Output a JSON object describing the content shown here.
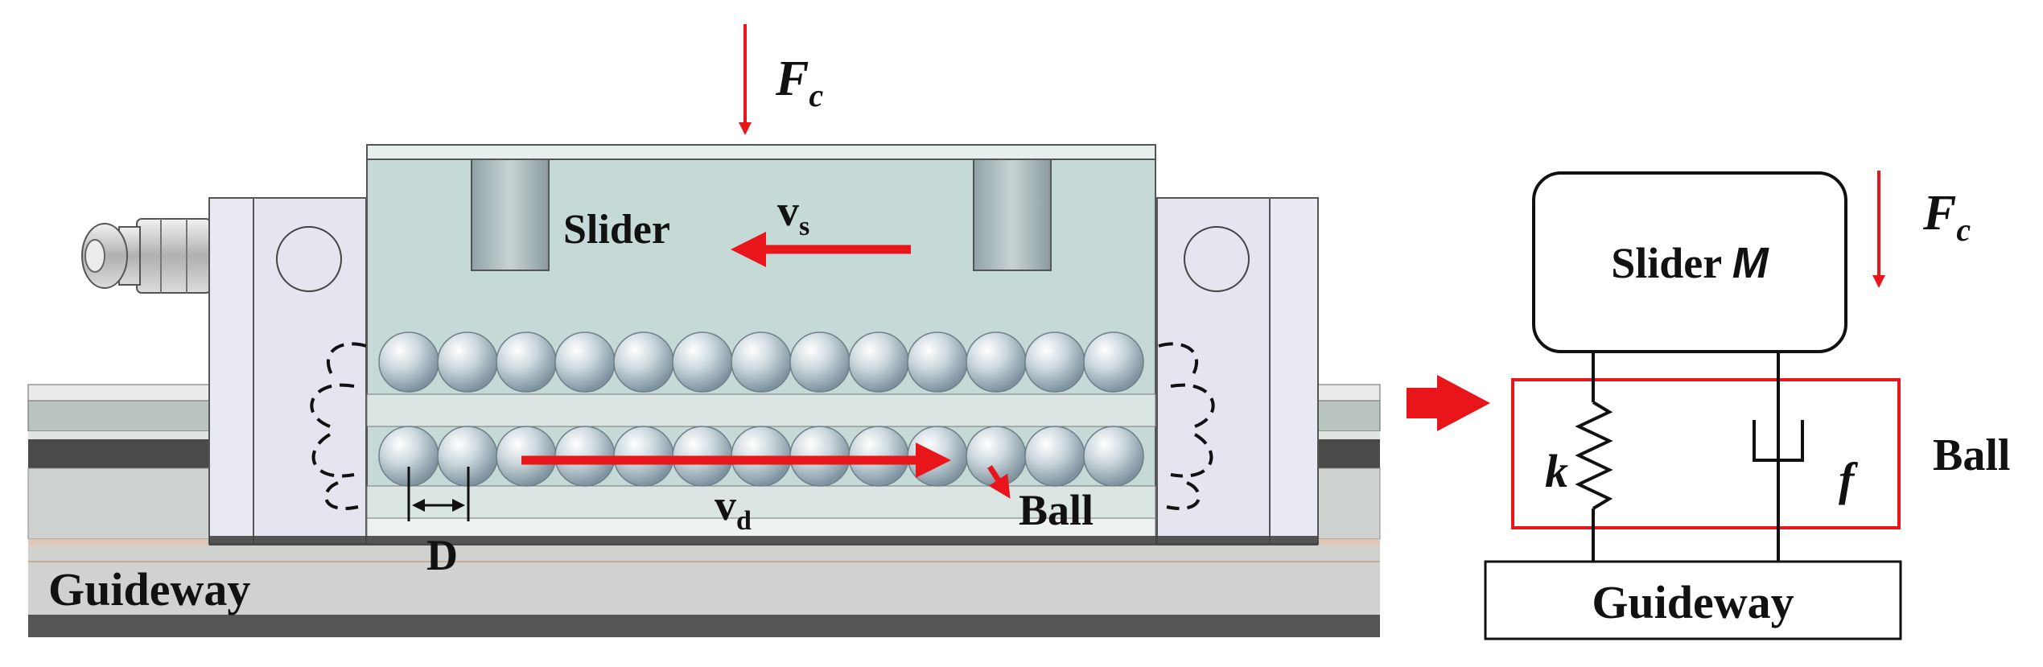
{
  "left_figure": {
    "force_label": "F",
    "force_subscript": "c",
    "slider_label": "Slider",
    "slider_velocity_label": "v",
    "slider_velocity_subscript": "s",
    "ball_velocity_label": "v",
    "ball_velocity_subscript": "d",
    "ball_label": "Ball",
    "diameter_label": "D",
    "guideway_label": "Guideway",
    "balls_per_row": 13,
    "ball_rows": 2
  },
  "right_figure": {
    "mass_label": "Slider ",
    "mass_symbol": "M",
    "force_label": "F",
    "force_subscript": "c",
    "stiffness_label": "k",
    "damping_label": "f",
    "ball_label": "Ball",
    "guideway_label": "Guideway"
  },
  "colors": {
    "accent": "#e8151b",
    "slider_fill": "#c5d9d6",
    "block_fill": "#e4e5ef",
    "ball": "#b7c7cf",
    "rail_dark": "#4a4a4a"
  }
}
